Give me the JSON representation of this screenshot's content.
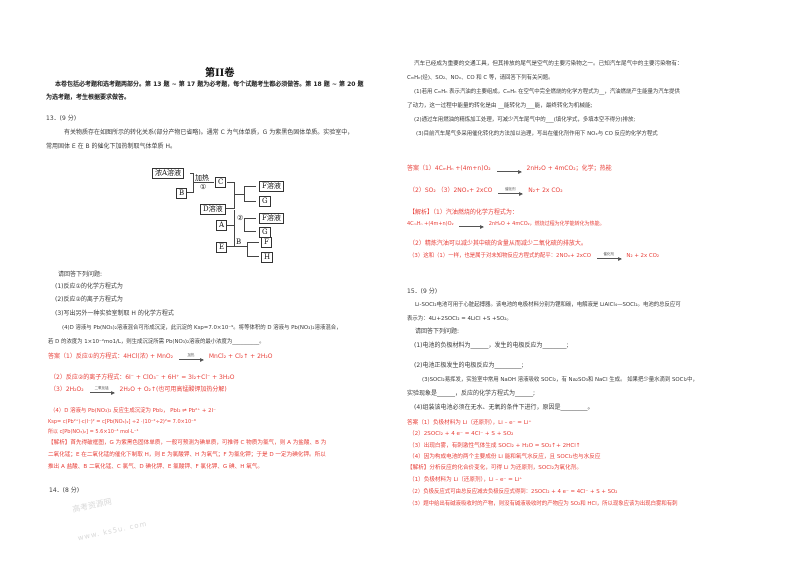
{
  "section_title": "第II卷",
  "intro": {
    "line1": "本卷包括必考题和选考题两部分。第 13 题 ~ 第 17 题为必考题，每个试题考生都必须做答。第 18 题 ~ 第 20 题",
    "line2": "为选考题，考生根据要求做答。"
  },
  "q13": {
    "header": "13．(9 分)",
    "stem1": "有关物质存在如图所示的转化关系(部分产物已省略)。通常 C 为气体单质，G 为紫黑色固体单质。实验室中，",
    "stem2": "常用固体 E 在 B 的催化下加热制取气体单质 H。",
    "diagram": {
      "boxes": [
        "浓A溶液",
        "B",
        "C",
        "D溶液",
        "A",
        "E",
        "F溶液",
        "G",
        "F溶液",
        "G",
        "F",
        "H"
      ],
      "labels": [
        "加热",
        "①",
        "②",
        "B"
      ]
    },
    "prompt": "请回答下列问题:",
    "parts": [
      "(1)反应①的化学方程式为",
      "(2)反应②的离子方程式为",
      "(3)写出另外一种实验室制取 H 的化学方程式",
      "(4)D 溶液与 Pb(NO₃)₂溶液混合可形成沉淀，此沉淀的 Ksp=7.0×10⁻⁹。将等体积的 D 溶液与 Pb(NO₃)₂溶液混合，",
      "若 D 的浓度为 1×10⁻²mo1/L，则生成沉淀所需 Pb(NO₃)₂溶液的最小浓度为__________。"
    ],
    "answer": {
      "a1_prefix": "答案（1）反应①的方程式：4HCl(浓) + MnO₂",
      "a1_arrow": "加热",
      "a1_suffix": "MnCl₂ + Cl₂↑ + 2H₂O",
      "a2": "（2）反应②的离子方程式：6I⁻ + ClO₃⁻ + 6H⁺ = 3I₂+Cl⁻ + 3H₂O",
      "a3_prefix": "（3）2H₂O₂",
      "a3_arrow": "二氧化锰",
      "a3_suffix": "2H₂O + O₂↑(也可用高锰酸钾加热分解)",
      "a4": "（4）D 溶液与 Pb(NO₃)₂ 反应生成沉淀为 PbI₂，  PbI₂ ⇌ Pb²⁺ + 2I⁻",
      "a4_ksp": "Ksp= c(Pb²⁺)·c(I⁻)² = c[Pb(NO₃)₂] ÷2 ·(10⁻²÷2)²= 7.0×10⁻⁹",
      "a4_result": "所以 c[Pb(NO₃)₂] = 5.6×10⁻⁴ mol·L⁻¹",
      "analysis1": "【解析】首先得破框图，G 为紫黑色固体单质，一般可预测为碘单质，可推得 C 物质为氯气，则 A 为盐酸、B 为",
      "analysis2": "二氧化锰；E 在二氧化锰的催化下制取 H，则 E 为氯酸钾、H 为氧气；F 为氯化钾；于是 D 一定为碘化钾。所以",
      "analysis3": "推出 A 盐酸、B 二氧化锰、C 氯气、D 碘化钾、E 氯酸钾、F 氯化钾、G 碘、H 氧气。"
    }
  },
  "q14": {
    "header": "14．(8 分)"
  },
  "q14_cont": {
    "stem1": "汽车已经成为重要的交通工具，但其排放的尾气是空气的主要污染物之一。已知汽车尾气中的主要污染物有：",
    "stem2": "CₘHₙ(烃)、SO₂、NOₓ、CO 和 C 等，请回答下列有关问题。",
    "p1a": "(1)若用 CₘHₙ 表示汽油的主要组成，CₘHₙ 在空气中完全燃烧的化学方程式为__，汽油燃烧产生能量为汽车提供",
    "p1b": "了动力，这一过程中能量的转化是由 __能转化为___能，最终转化为机械能;",
    "p2": "(2)通过车用燃油的精炼加工处理，可减少汽车尾气中的___(填化学式，多填本空不得分)排放;",
    "p3": "(3)目前汽车尾气多采用催化转化的方法加以治理，写出在催化剂作用下 NOₓ与 CO 反应的化学方程式",
    "answer": {
      "a1_prefix": "答案（1）4CₘHₙ +(4m+n)O₂",
      "a1_suffix": "2nH₂O + 4mCO₂；化学；热能",
      "a23_prefix": "（2）SO₂  （3）2NOₓ+ 2xCO",
      "a23_arrow": "催化剂",
      "a23_suffix": "N₂+ 2x CO₂",
      "analysis_head": "【解析】（1）汽油燃烧的化学方程式为：",
      "analysis_eq_prefix": "4CₘHₙ +(4m+n)O₂",
      "analysis_eq_suffix": "2nH₂O + 4mCO₂，燃烧过程为化学能转化为热能。",
      "analysis2": "（2）精炼汽油可以减少其中硫的含量从而减少二氧化硫的排放大。",
      "analysis3_prefix": "（3）这和（1）一样，也是属于对未知物反应方程式的配平：2NOₓ+ 2xCO",
      "analysis3_arrow": "催化剂",
      "analysis3_suffix": "N₂ + 2x CO₂"
    }
  },
  "q15": {
    "header": "15．(9 分)",
    "stem1": "Li-SOCl₂电池可用于心脏起搏器。该电池的电极材料分别为锂和碳，电解液是 LiAlCl₄—SOCl₂。电池的总反应可",
    "stem2": "表示为：4Li+2SOCl₂ = 4LiCl +S +SO₂。",
    "prompt": "请回答下列问题:",
    "p1": "(1)电池的负极材料为______，发生的电极反应为________;",
    "p2": "(2)电池正极发生的电极反应为_________;",
    "p3a": "(3)SOCl₂易挥发，实验室中常用 NaOH 溶液吸收 SOCl₂，有 Na₂SO₃和 NaCl 生成。 如果把少量水滴到 SOCl₂中，",
    "p3b": "实验现象是______，反应的化学方程式为______;",
    "p4": "(4)组装该电池必须在无水、无氧的条件下进行，原因是_________。",
    "answer": {
      "a1": "答案（1）负极材料为 Li（还原剂），Li – e⁻ = Li⁺",
      "a2": "（2）2SOCl₂ + 4 e⁻ = 4Cl⁻ + S + SO₂",
      "a3": "（3）出现白雾，有刺激性气体生成 SOCl₂ + H₂O = SO₂↑+ 2HCl↑",
      "a4": "（4）因为构成电池的两个主要成份 Li 能和氧气水反应，且 SOCl₂也与水反应",
      "analysis_head": "【解析】分析反应的化合价变化，可得 Li 为还原剂，SOCl₂为氧化剂。",
      "analysis1": "（1）负极材料为 Li（还原剂），Li – e⁻ = Li⁺",
      "analysis2": "（2）负极反应式可由总反应减去负极反应式得到：2SOCl₂ + 4 e⁻ = 4Cl⁻ + S + SO₂",
      "analysis3": "（3）题中给出有碱液吸收时的产物，则没有碱液吸收时的产物应为 SO₂和 HCl，所以现象应该为出现白雾和有刺"
    }
  },
  "watermark": {
    "line1": "高考资源网",
    "line2": "www. ks5u. com"
  },
  "colors": {
    "answer_red": "#e8403a",
    "body_text": "#3a3a3a"
  }
}
